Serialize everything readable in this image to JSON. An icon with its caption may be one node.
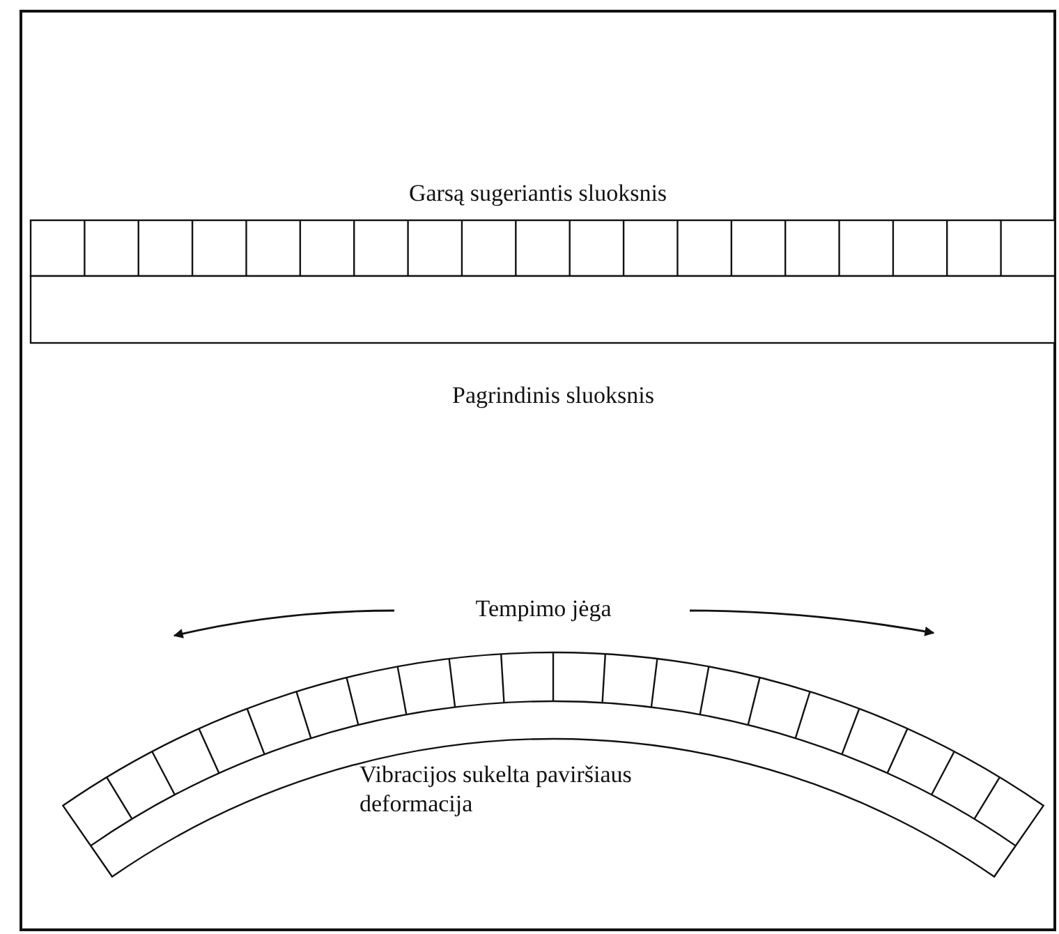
{
  "diagram": {
    "labels": [
      "Garsą sugeriantis sluoksnis",
      "Pagrindinis sluoksnis",
      "Tempimo jėga",
      "Vibracijos sukelta paviršiaus deformacija"
    ]
  }
}
